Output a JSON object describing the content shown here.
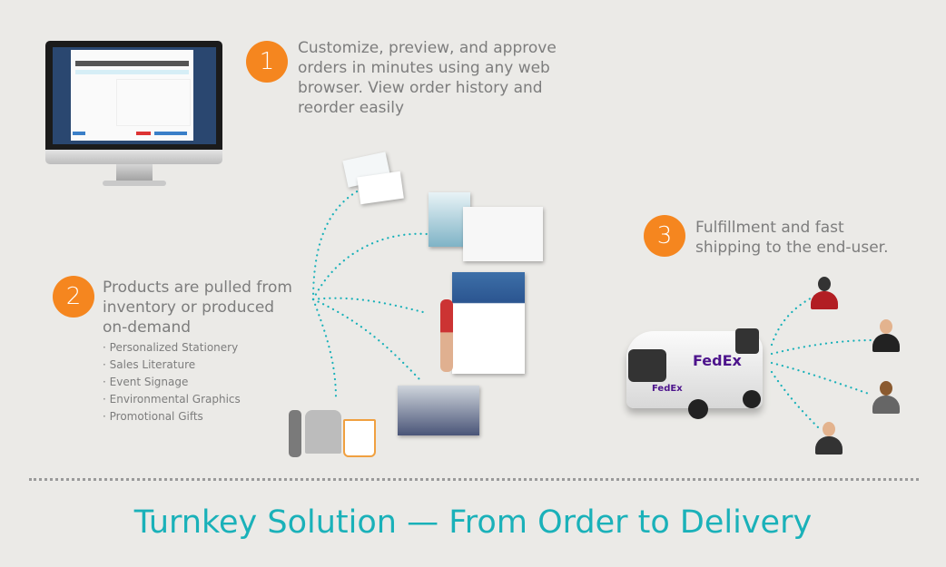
{
  "steps": [
    {
      "number": "1",
      "text": "Customize, preview, and approve orders in minutes using any web browser. View order history and reorder easily"
    },
    {
      "number": "2",
      "text": "Products are pulled from inventory or produced on-demand",
      "items": [
        "Personalized Stationery",
        "Sales Literature",
        "Event Signage",
        "Environmental Graphics",
        "Promotional Gifts"
      ]
    },
    {
      "number": "3",
      "text": "Fulfillment and fast shipping to the end-user."
    }
  ],
  "van": {
    "brand": "FedEx"
  },
  "title": "Turnkey Solution — From Order to Delivery",
  "colors": {
    "accent": "#f5861f",
    "title": "#1ab1b9",
    "dots": "#1ab1b9"
  }
}
